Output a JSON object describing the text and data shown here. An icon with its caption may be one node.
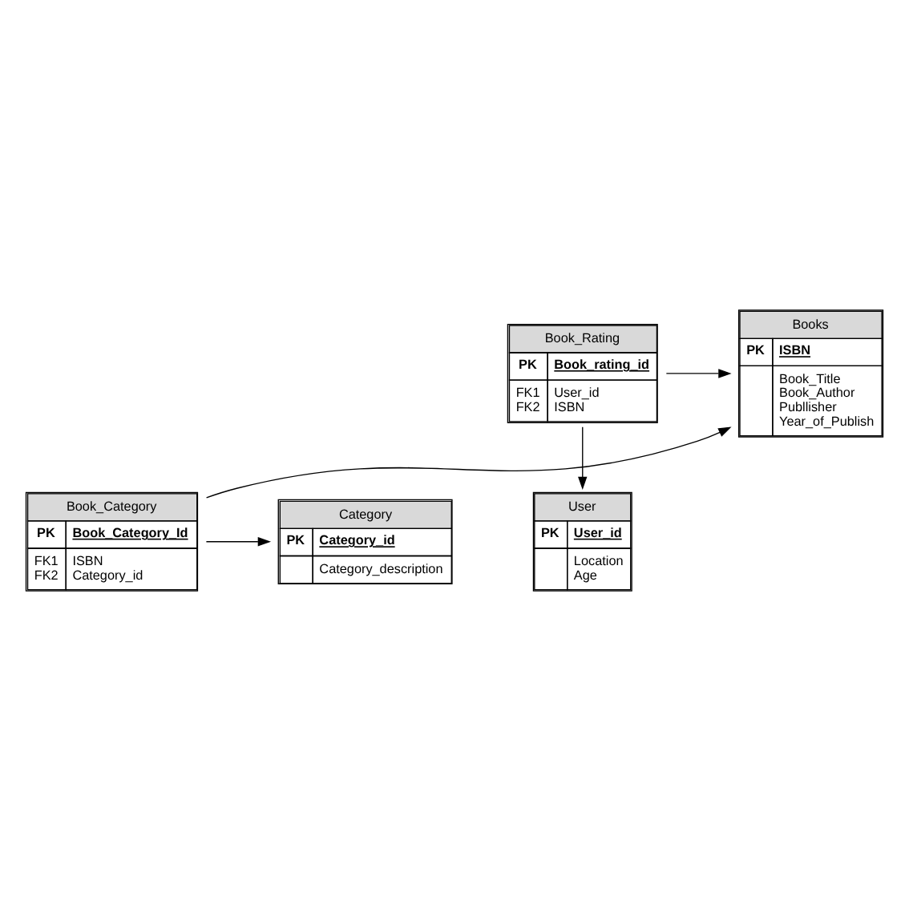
{
  "diagram": {
    "nodes": [
      {
        "text": [
          "Books",
          "PK",
          "ISBN",
          "Book_Title Book_Author Publlisher Year_of_Publish"
        ]
      },
      {
        "text": [
          "Book_Rating",
          "PK",
          "Book_rating_id",
          "FK1 FK2",
          "User_id ISBN"
        ]
      },
      {
        "text": [
          "User",
          "PK",
          "User_id",
          "Location Age"
        ]
      },
      {
        "text": [
          "Book_Category",
          "PK",
          "Book_Category_Id",
          "FK1 FK2",
          "ISBN Category_id"
        ]
      },
      {
        "text": [
          "Category",
          "PK",
          "Category_id",
          "Category_description"
        ]
      }
    ],
    "edges": [
      {
        "from": 1,
        "to": 0,
        "arrow": "to"
      },
      {
        "from": 1,
        "to": 2,
        "arrow": "to"
      },
      {
        "from": 3,
        "to": 0,
        "arrow": "to"
      },
      {
        "from": 3,
        "to": 4,
        "arrow": "to"
      }
    ]
  }
}
